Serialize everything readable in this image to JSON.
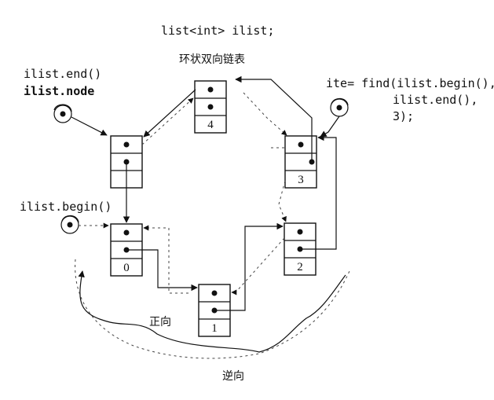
{
  "header": {
    "declaration": "list<int> ilist;",
    "caption": "环状双向链表"
  },
  "labels": {
    "end_call": "ilist.end()",
    "node_member": "ilist.node",
    "begin_call": "ilist.begin()",
    "find_line1": "ite= find(ilist.begin(),",
    "find_line2": "ilist.end(),",
    "find_line3": "3);",
    "forward": "正向",
    "backward": "逆向"
  },
  "nodes": [
    {
      "id": "blank",
      "value": ""
    },
    {
      "id": "n4",
      "value": "4"
    },
    {
      "id": "n0",
      "value": "0"
    },
    {
      "id": "n1",
      "value": "1"
    },
    {
      "id": "n2",
      "value": "2"
    },
    {
      "id": "n3",
      "value": "3"
    }
  ]
}
